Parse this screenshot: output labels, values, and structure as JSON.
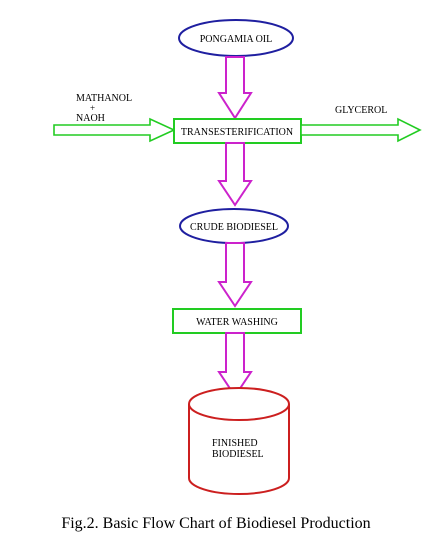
{
  "nodes": {
    "pongamia_oil": "PONGAMIA OIL",
    "transesterification": "TRANSESTERIFICATION",
    "crude_biodiesel": "CRUDE BIODIESEL",
    "water_washing": "WATER WASHING",
    "finished_biodiesel_line1": "FINISHED",
    "finished_biodiesel_line2": "BIODIESEL"
  },
  "inputs": {
    "mathanol": "MATHANOL",
    "plus": "+",
    "naoh": "NAOH"
  },
  "outputs": {
    "glycerol": "GLYCEROL"
  },
  "caption": "Fig.2. Basic Flow Chart of Biodiesel Production",
  "colors": {
    "ellipse_border": "#1f1fa0",
    "box_border": "#22cc22",
    "flow_arrow": "#cc22cc",
    "side_arrow": "#22cc22",
    "cylinder": "#cc1f1f"
  }
}
